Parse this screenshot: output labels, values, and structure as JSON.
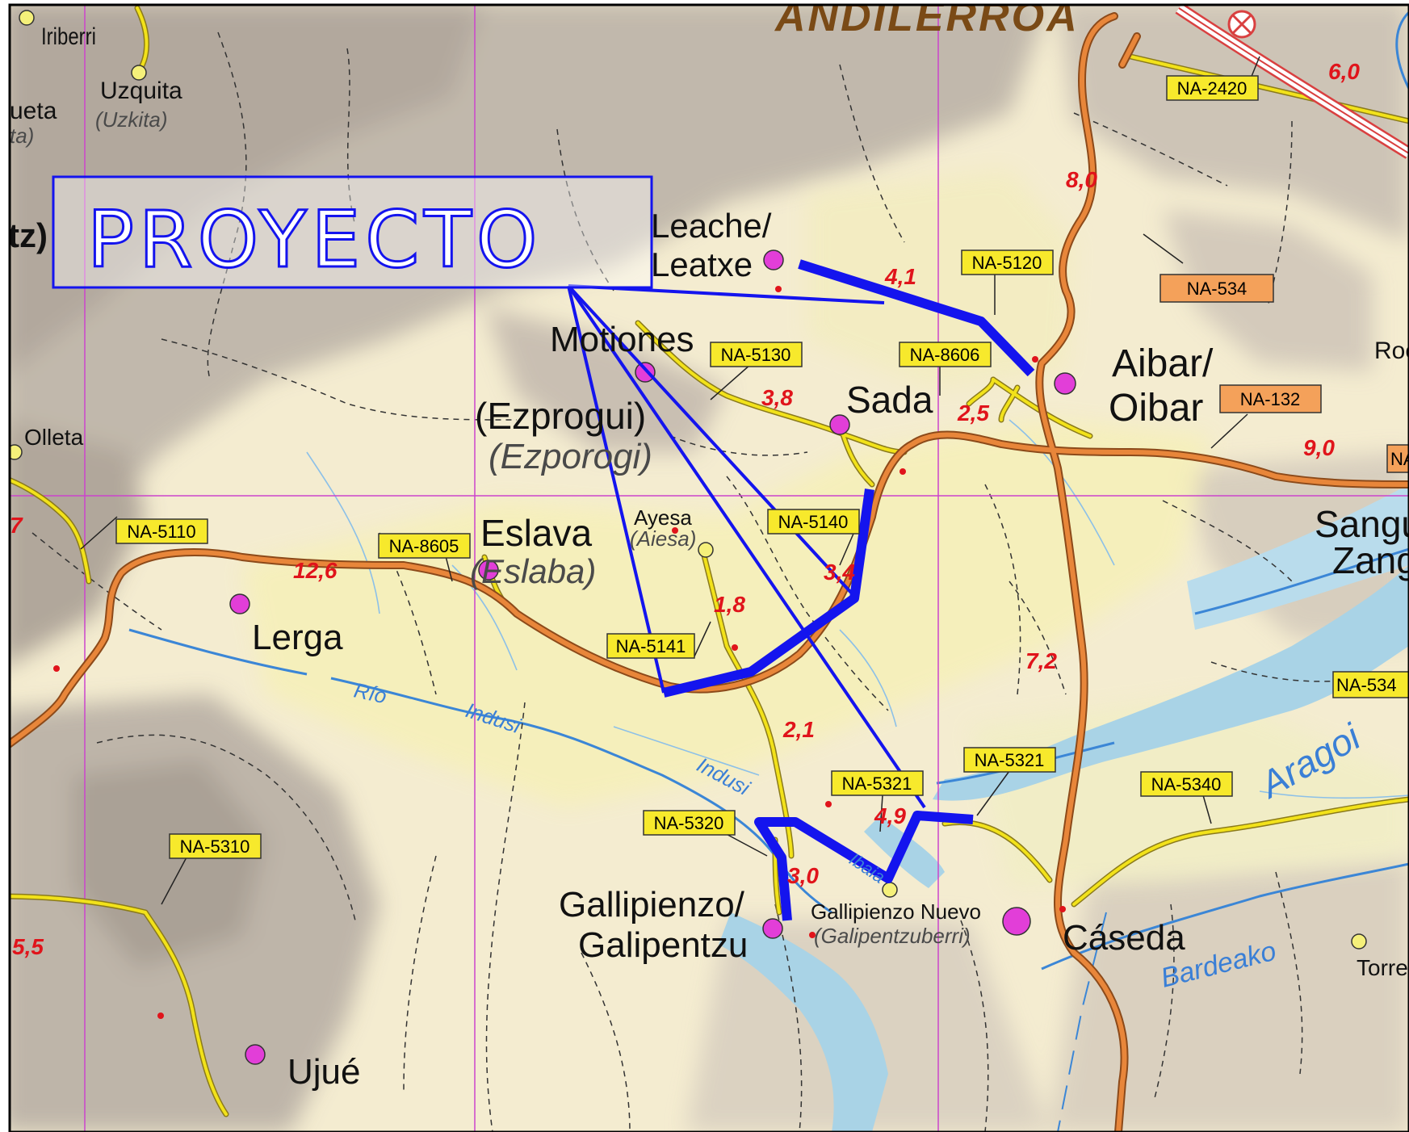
{
  "map": {
    "project_label": "PROYECTO",
    "region_label": "ANDILERROA",
    "places": {
      "iriberri": "Iriberri",
      "uzquita": "Uzquita",
      "uzquita_alt": "(Uzkita)",
      "ueta": "ueta",
      "ueta_alt": "ta)",
      "tz": "tz)",
      "leache_1": "Leache/",
      "leache_2": "Leatxe",
      "motiones": "Motiones",
      "ezprogui": "(Ezprogui)",
      "ezprogui_alt": "(Ezporogi)",
      "sada": "Sada",
      "aibar_1": "Aibar/",
      "aibar_2": "Oibar",
      "olleta": "Olleta",
      "eslava": "Eslava",
      "eslava_alt": "(Eslaba)",
      "ayesa": "Ayesa",
      "ayesa_alt": "(Aiesa)",
      "lerga": "Lerga",
      "gallipienzo_1": "Gallipienzo/",
      "gallipienzo_2": "Galipentzu",
      "gallipienzo_nuevo": "Gallipienzo Nuevo",
      "gallipienzo_nuevo_alt": "(Galipentzuberri)",
      "caseda": "Cáseda",
      "sangu": "Sangu",
      "zang": "Zang",
      "ujue": "Ujué",
      "roc": "Roc",
      "torre": "Torre"
    },
    "roads": {
      "na2420": "NA-2420",
      "na534_top": "NA-534",
      "na5120": "NA-5120",
      "na5130": "NA-5130",
      "na8606": "NA-8606",
      "na132": "NA-132",
      "na_right": "NA",
      "na5110": "NA-5110",
      "na8605": "NA-8605",
      "na5140": "NA-5140",
      "na5141": "NA-5141",
      "na5321_a": "NA-5321",
      "na5321_b": "NA-5321",
      "na5320": "NA-5320",
      "na5340": "NA-5340",
      "na534_right": "NA-534",
      "na5310": "NA-5310"
    },
    "distances": {
      "d60": "6,0",
      "d80": "8,0",
      "d41": "4,1",
      "d38": "3,8",
      "d25": "2,5",
      "d90": "9,0",
      "d7": "7",
      "d126": "12,6",
      "d34": "3,4",
      "d18": "1,8",
      "d72": "7,2",
      "d21": "2,1",
      "d49": "4,9",
      "d30": "3,0",
      "d55": "5,5"
    },
    "rivers": {
      "rio": "Río",
      "indusi_1": "Indusi",
      "indusi_2": "Indusi",
      "ibaia": "Ibaia",
      "aragoi": "Aragoi",
      "bardeako": "Bardeako"
    },
    "colors": {
      "terrain_light": "#f4ecd0",
      "terrain_relief": "#b3a9a0",
      "valley": "#f6f0b8",
      "main_road": "#e8863a",
      "secondary_road": "#f2e21a",
      "water": "#a9d3e6",
      "river_line": "#3b86d6",
      "project_line": "#1414ee",
      "town_marker": "#e23ed8",
      "grid_line": "#cc44cc",
      "distance_text": "#e0141b"
    }
  }
}
